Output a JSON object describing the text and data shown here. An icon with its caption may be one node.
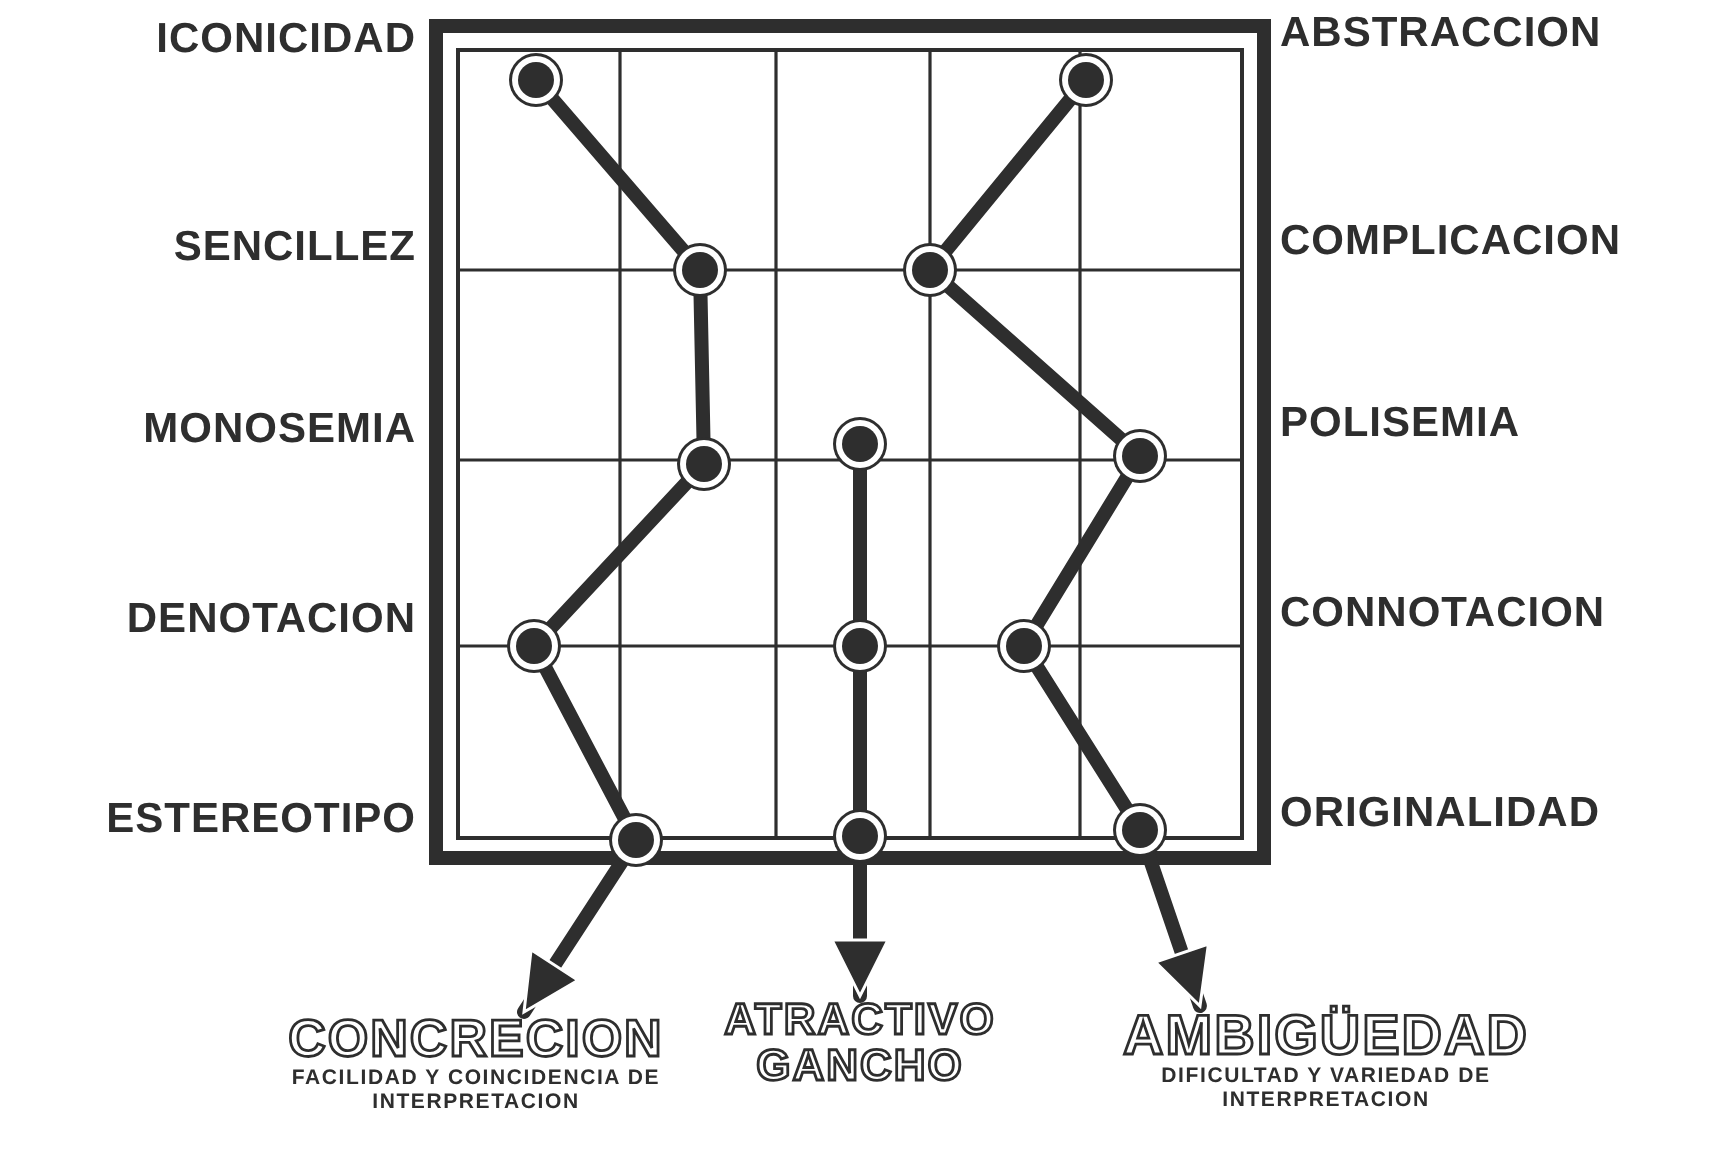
{
  "diagram": {
    "nodes": [
      {
        "text": [],
        "shape": "circle"
      },
      {
        "text": [],
        "shape": "circle"
      },
      {
        "text": [],
        "shape": "circle"
      },
      {
        "text": [],
        "shape": "circle"
      },
      {
        "text": [],
        "shape": "circle"
      },
      {
        "text": [
          "CONCRECION",
          "FACILIDAD Y COINCIDENCIA DE INTERPRETACION"
        ]
      },
      {
        "text": [],
        "shape": "circle"
      },
      {
        "text": [],
        "shape": "circle"
      },
      {
        "text": [],
        "shape": "circle"
      },
      {
        "text": [
          "ATRACTIVO GANCHO"
        ]
      },
      {
        "text": [],
        "shape": "circle"
      },
      {
        "text": [],
        "shape": "circle"
      },
      {
        "text": [],
        "shape": "circle"
      },
      {
        "text": [],
        "shape": "circle"
      },
      {
        "text": [],
        "shape": "circle"
      },
      {
        "text": [
          "AMBIGÜEDAD",
          "DIFICULTAD Y VARIEDAD DE INTERPRETACION"
        ]
      }
    ],
    "edges": [
      {
        "from": 0,
        "to": 1,
        "arrow": "none"
      },
      {
        "from": 1,
        "to": 2,
        "arrow": "none"
      },
      {
        "from": 2,
        "to": 3,
        "arrow": "none"
      },
      {
        "from": 3,
        "to": 4,
        "arrow": "none"
      },
      {
        "from": 4,
        "to": 5,
        "arrow": "to"
      },
      {
        "from": 6,
        "to": 7,
        "arrow": "none"
      },
      {
        "from": 7,
        "to": 8,
        "arrow": "none"
      },
      {
        "from": 8,
        "to": 9,
        "arrow": "to"
      },
      {
        "from": 10,
        "to": 11,
        "arrow": "none"
      },
      {
        "from": 11,
        "to": 12,
        "arrow": "none"
      },
      {
        "from": 12,
        "to": 13,
        "arrow": "none"
      },
      {
        "from": 13,
        "to": 14,
        "arrow": "none"
      },
      {
        "from": 14,
        "to": 15,
        "arrow": "to"
      }
    ],
    "labels": [
      "ICONICIDAD",
      "ABSTRACCION",
      "SENCILLEZ",
      "COMPLICACION",
      "MONOSEMIA",
      "POLISEMIA",
      "DENOTACION",
      "CONNOTACION",
      "ESTEREOTIPO",
      "ORIGINALIDAD"
    ]
  }
}
